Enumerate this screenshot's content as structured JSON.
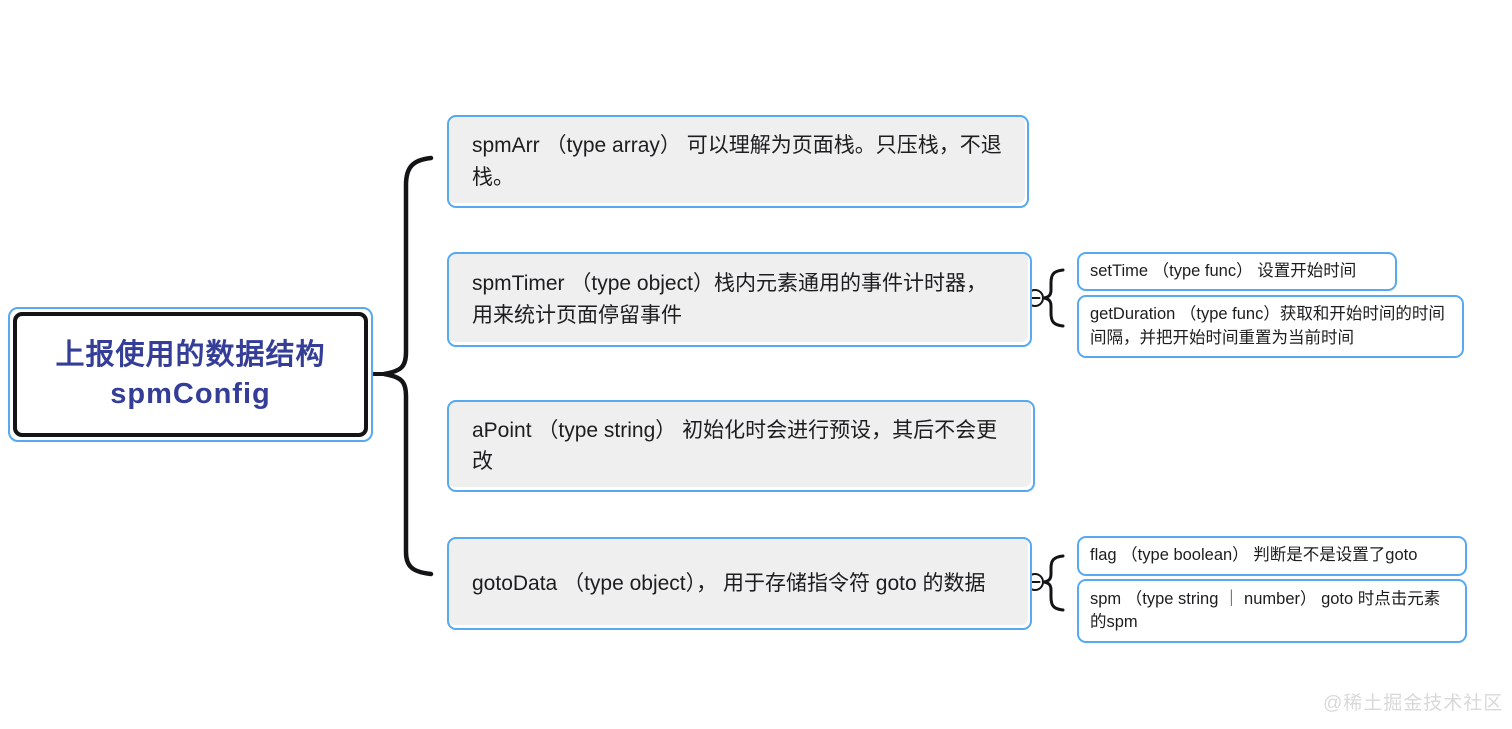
{
  "app": "mindmap-screenshot",
  "colors": {
    "node_border_blue": "#57a9f0",
    "node_fill_gray": "#efeff0",
    "node_fill_white": "#ffffff",
    "root_text": "#343e98",
    "root_border": "#141416",
    "brace_stroke": "#141416",
    "body_text": "#1d1d1f",
    "watermark_gray": "#d9d9d9",
    "background": "#ffffff"
  },
  "icons": {
    "collapse": "minus-circle-icon"
  },
  "mindmap": {
    "root": {
      "line1": "上报使用的数据结构",
      "line2": "spmConfig"
    },
    "nodes": {
      "spmArr": {
        "text": "spmArr （type array） 可以理解为页面栈。只压栈，不退栈。"
      },
      "spmTimer": {
        "text": "spmTimer （type object）栈内元素通用的事件计时器，用来统计页面停留事件"
      },
      "setTime": {
        "text": "setTime （type func） 设置开始时间"
      },
      "getDuration": {
        "text": "getDuration （type func）获取和开始时间的时间间隔，并把开始时间重置为当前时间"
      },
      "aPoint": {
        "text": "aPoint （type string） 初始化时会进行预设，其后不会更改"
      },
      "gotoData": {
        "text": "gotoData （type object）， 用于存储指令符 goto 的数据"
      },
      "flag": {
        "text": "flag （type boolean） 判断是不是设置了goto"
      },
      "spm": {
        "text": "spm （type string ｜ number） goto 时点击元素的spm"
      }
    }
  },
  "watermark": "@稀土掘金技术社区"
}
